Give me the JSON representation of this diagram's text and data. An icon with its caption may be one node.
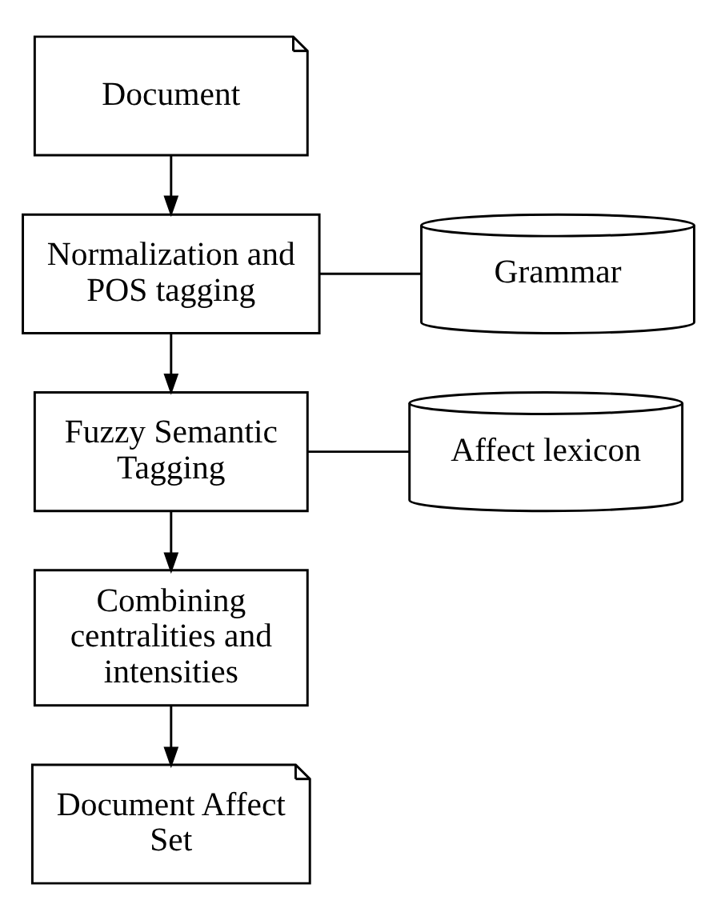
{
  "diagram": {
    "nodes": [
      {
        "text": [
          "Document"
        ]
      },
      {
        "text": [
          "Normalization and POS tagging"
        ]
      },
      {
        "text": [
          "Grammar"
        ]
      },
      {
        "text": [
          "Fuzzy Semantic Tagging"
        ]
      },
      {
        "text": [
          "Affect lexicon"
        ]
      },
      {
        "text": [
          "Combining centralities and intensities"
        ]
      },
      {
        "text": [
          "Document Affect Set"
        ]
      }
    ],
    "edges": [
      {
        "from": 0,
        "to": 1,
        "arrow": "to"
      },
      {
        "from": 1,
        "to": 2,
        "arrow": "none"
      },
      {
        "from": 1,
        "to": 3,
        "arrow": "to"
      },
      {
        "from": 3,
        "to": 4,
        "arrow": "none"
      },
      {
        "from": 3,
        "to": 5,
        "arrow": "to"
      },
      {
        "from": 5,
        "to": 6,
        "arrow": "to"
      }
    ]
  }
}
